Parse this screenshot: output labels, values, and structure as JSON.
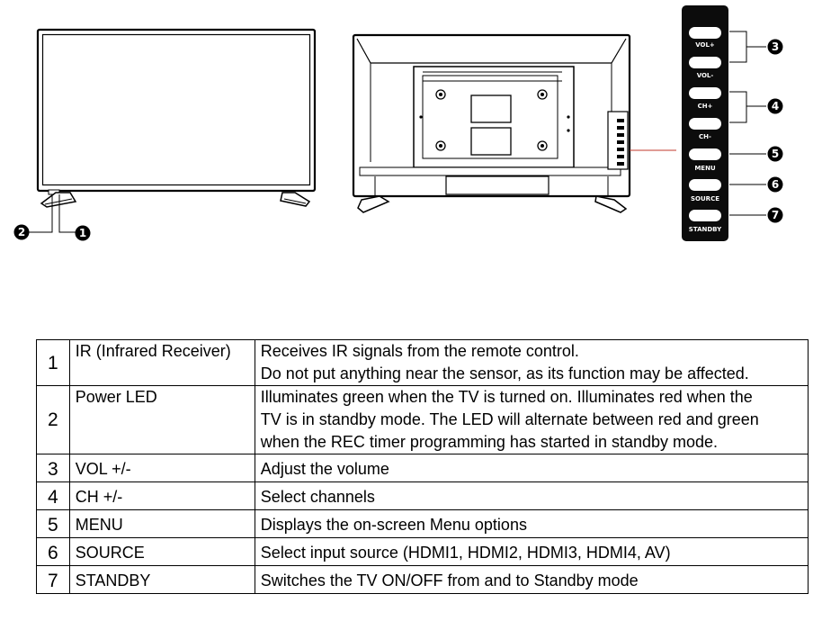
{
  "control_panel": {
    "buttons": [
      {
        "label": "VOL+"
      },
      {
        "label": "VOL-"
      },
      {
        "label": "CH+"
      },
      {
        "label": "CH-"
      },
      {
        "label": "MENU"
      },
      {
        "label": "SOURCE"
      },
      {
        "label": "STANDBY"
      }
    ]
  },
  "callouts": [
    "1",
    "2",
    "3",
    "4",
    "5",
    "6",
    "7"
  ],
  "table": {
    "rows": [
      {
        "num": "1",
        "name": "IR (Infrared Receiver)",
        "lines": [
          "Receives IR signals from the remote control.",
          "Do not put anything near the sensor, as its function may be affected."
        ]
      },
      {
        "num": "2",
        "name": "Power LED",
        "lines": [
          "Illuminates green when the TV is turned on. Illuminates red when the",
          "TV is in standby mode. The LED will alternate between red and green",
          "when the REC timer programming has started in standby mode."
        ]
      },
      {
        "num": "3",
        "name": "VOL +/-",
        "lines": [
          "Adjust the volume"
        ]
      },
      {
        "num": "4",
        "name": "CH +/-",
        "lines": [
          "Select channels"
        ]
      },
      {
        "num": "5",
        "name": "MENU",
        "lines": [
          "Displays the on-screen Menu options"
        ]
      },
      {
        "num": "6",
        "name": "SOURCE",
        "lines": [
          "Select input source (HDMI1, HDMI2, HDMI3, HDMI4, AV)"
        ]
      },
      {
        "num": "7",
        "name": "STANDBY",
        "lines": [
          "Switches the TV ON/OFF from and to Standby mode"
        ]
      }
    ]
  }
}
